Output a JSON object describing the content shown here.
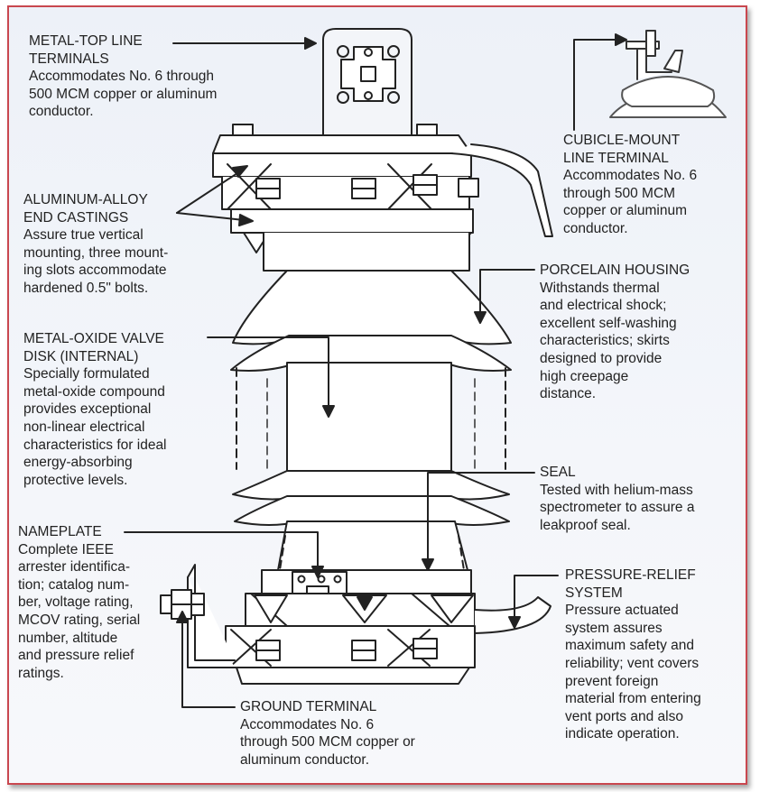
{
  "labels": {
    "metal_top": {
      "head": [
        "METAL-TOP LINE",
        "TERMINALS"
      ],
      "desc": [
        "Accommodates No. 6 through",
        "500 MCM copper or aluminum",
        "conductor."
      ]
    },
    "cubicle": {
      "head": [
        "CUBICLE-MOUNT",
        "LINE TERMINAL"
      ],
      "desc": [
        "Accommodates No. 6",
        "through 500 MCM",
        "copper or aluminum",
        "conductor."
      ]
    },
    "castings": {
      "head": [
        "ALUMINUM-ALLOY",
        "END CASTINGS"
      ],
      "desc": [
        "Assure true vertical",
        "mounting, three mount-",
        "ing slots accommodate",
        "hardened 0.5\" bolts."
      ]
    },
    "porcelain": {
      "head": [
        "PORCELAIN HOUSING"
      ],
      "desc": [
        "Withstands thermal",
        "and electrical shock;",
        "excellent self-washing",
        "characteristics; skirts",
        "designed to provide",
        "high creepage",
        "distance."
      ]
    },
    "valve": {
      "head": [
        "METAL-OXIDE VALVE",
        "DISK (INTERNAL)"
      ],
      "desc": [
        "Specially formulated",
        "metal-oxide compound",
        "provides exceptional",
        "non-linear electrical",
        "characteristics for ideal",
        "energy-absorbing",
        "protective levels."
      ]
    },
    "seal": {
      "head": [
        "SEAL"
      ],
      "desc": [
        "Tested with helium-mass",
        "spectrometer to assure a",
        "leakproof seal."
      ]
    },
    "nameplate": {
      "head": [
        "NAMEPLATE"
      ],
      "desc": [
        "Complete IEEE",
        "arrester identifica-",
        "tion; catalog num-",
        "ber, voltage rating,",
        "MCOV rating, serial",
        "number, altitude",
        "and pressure relief",
        "ratings."
      ]
    },
    "pressure": {
      "head": [
        "PRESSURE-RELIEF",
        "SYSTEM"
      ],
      "desc": [
        "Pressure actuated",
        "system assures",
        "maximum safety and",
        "reliability; vent covers",
        "prevent foreign",
        "material from entering",
        "vent ports and also",
        "indicate operation."
      ]
    },
    "ground": {
      "head": [
        "GROUND TERMINAL"
      ],
      "desc": [
        "Accommodates No. 6",
        "through 500 MCM copper or",
        "aluminum conductor."
      ]
    }
  }
}
